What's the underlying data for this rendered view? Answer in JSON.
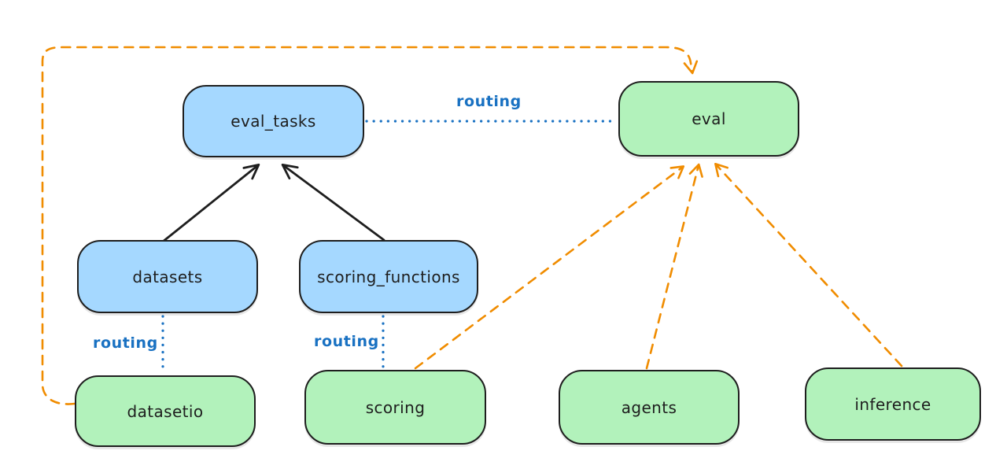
{
  "diagram": {
    "type": "architecture-diagram",
    "colors": {
      "node_blue_fill": "#a5d8ff",
      "node_green_fill": "#b2f2bb",
      "node_stroke": "#1e1e1e",
      "routing_blue": "#1971c2",
      "orange_dashed": "#f08c00",
      "background": "#ffffff"
    },
    "nodes": [
      {
        "id": "eval_tasks",
        "label": "eval_tasks",
        "color": "blue"
      },
      {
        "id": "eval",
        "label": "eval",
        "color": "green"
      },
      {
        "id": "datasets",
        "label": "datasets",
        "color": "blue"
      },
      {
        "id": "scoring_functions",
        "label": "scoring_functions",
        "color": "blue"
      },
      {
        "id": "datasetio",
        "label": "datasetio",
        "color": "green"
      },
      {
        "id": "scoring",
        "label": "scoring",
        "color": "green"
      },
      {
        "id": "agents",
        "label": "agents",
        "color": "green"
      },
      {
        "id": "inference",
        "label": "inference",
        "color": "green"
      }
    ],
    "edges": [
      {
        "from": "datasets",
        "to": "eval_tasks",
        "style": "solid",
        "color": "black",
        "arrow": true,
        "label": ""
      },
      {
        "from": "scoring_functions",
        "to": "eval_tasks",
        "style": "solid",
        "color": "black",
        "arrow": true,
        "label": ""
      },
      {
        "from": "eval_tasks",
        "to": "eval",
        "style": "dotted",
        "color": "blue",
        "arrow": false,
        "label": "routing"
      },
      {
        "from": "datasets",
        "to": "datasetio",
        "style": "dotted",
        "color": "blue",
        "arrow": false,
        "label": "routing"
      },
      {
        "from": "scoring_functions",
        "to": "scoring",
        "style": "dotted",
        "color": "blue",
        "arrow": false,
        "label": "routing"
      },
      {
        "from": "datasetio",
        "to": "eval",
        "style": "dashed",
        "color": "orange",
        "arrow": true,
        "label": ""
      },
      {
        "from": "scoring",
        "to": "eval",
        "style": "dashed",
        "color": "orange",
        "arrow": true,
        "label": ""
      },
      {
        "from": "agents",
        "to": "eval",
        "style": "dashed",
        "color": "orange",
        "arrow": true,
        "label": ""
      },
      {
        "from": "inference",
        "to": "eval",
        "style": "dashed",
        "color": "orange",
        "arrow": true,
        "label": ""
      }
    ]
  }
}
